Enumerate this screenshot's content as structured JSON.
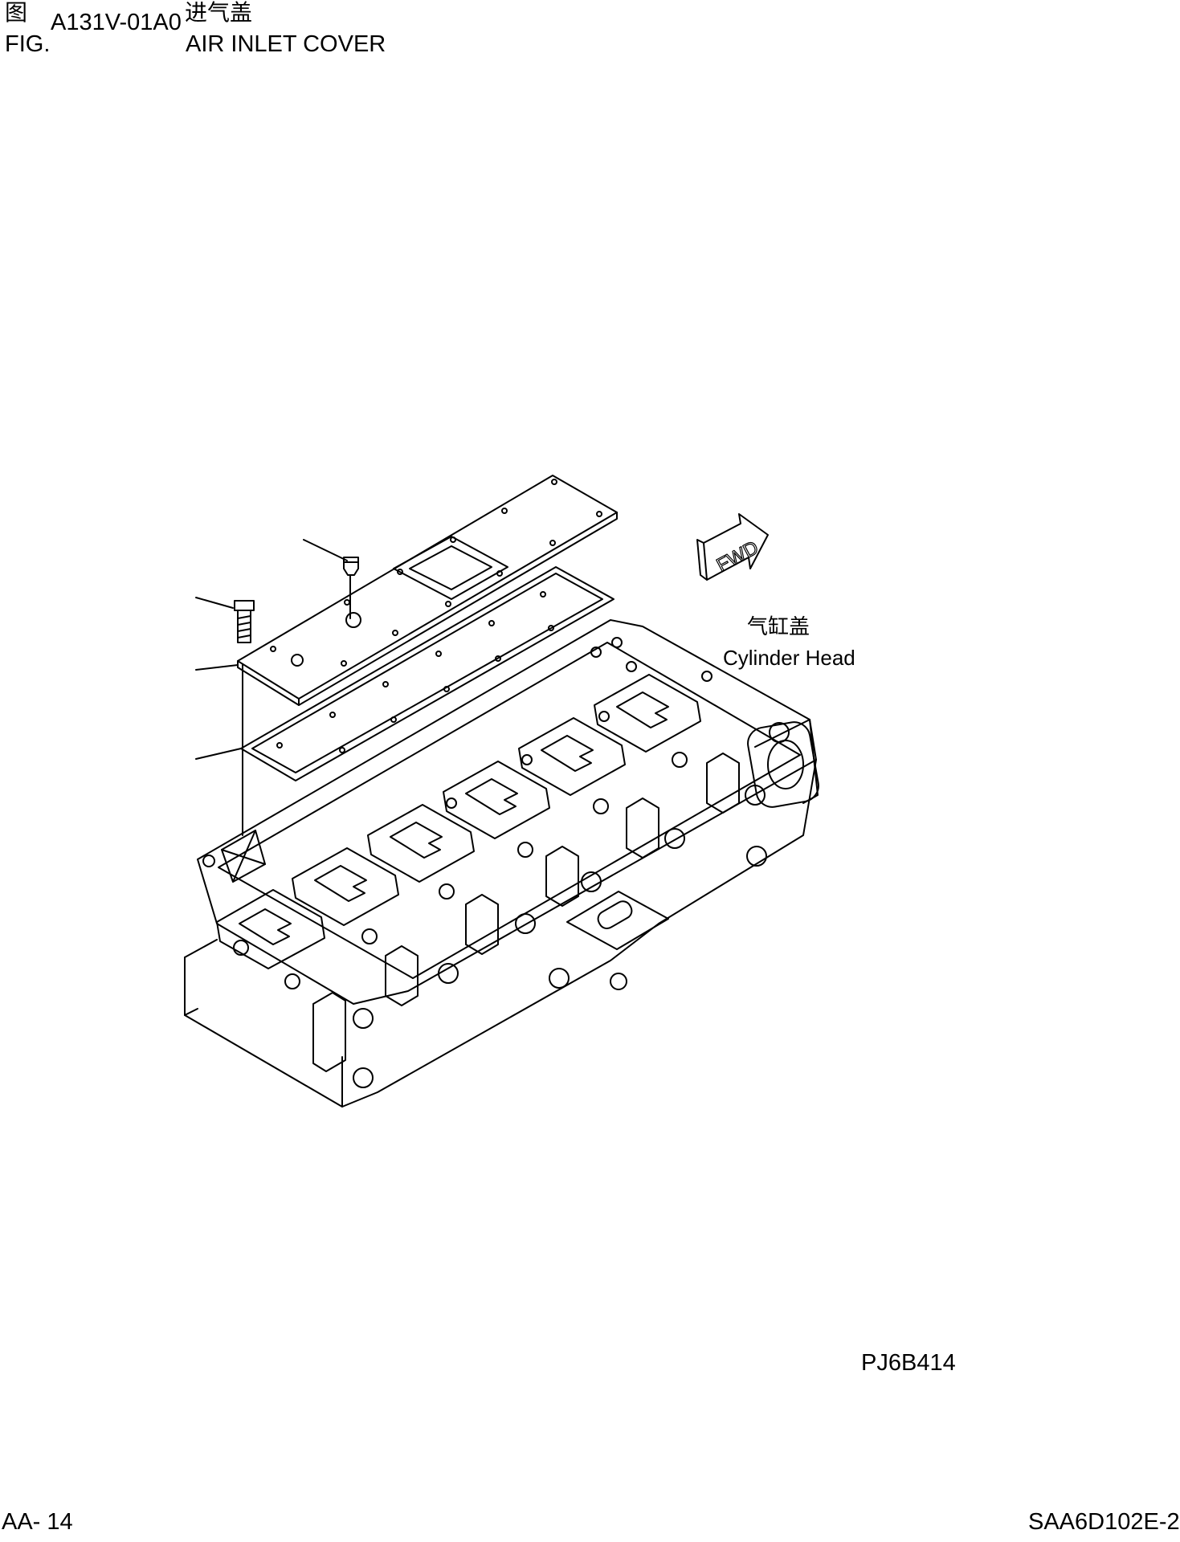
{
  "header": {
    "fig_label_cn": "图",
    "fig_label_en": "FIG.",
    "fig_code": "A131V-01A0",
    "title_cn": "进气盖",
    "title_en": "AIR INLET COVER"
  },
  "diagram": {
    "direction_marker": "FWD",
    "part_label_cn": "气缸盖",
    "part_label_en": "Cylinder Head",
    "drawing_number": "PJ6B414"
  },
  "footer": {
    "page_left": "AA- 14",
    "page_right": "SAA6D102E-2"
  }
}
